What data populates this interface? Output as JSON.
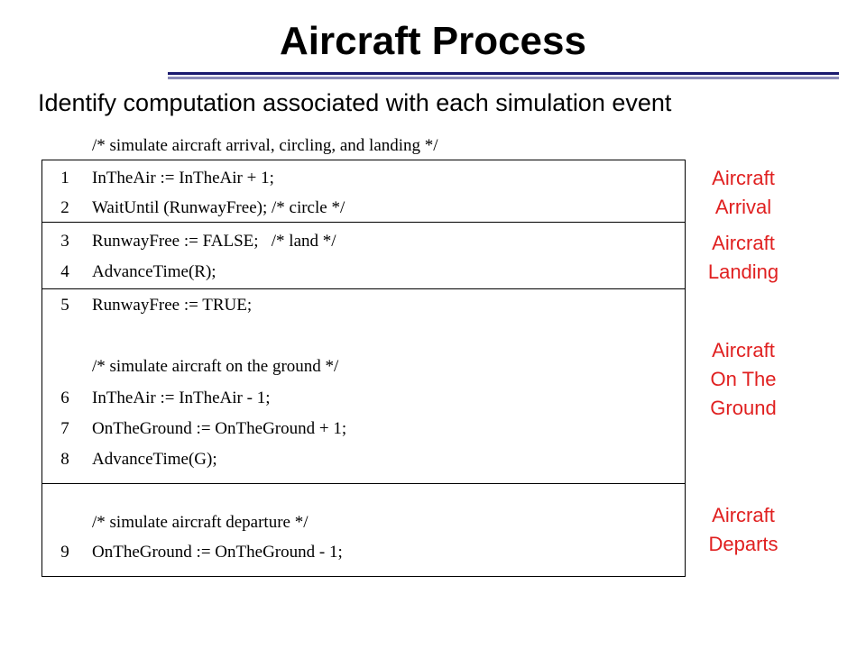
{
  "title": "Aircraft Process",
  "subtitle": "Identify computation associated with each simulation event",
  "code": {
    "comment_arrival": "/* simulate aircraft arrival, circling, and landing */",
    "comment_ground": "/* simulate aircraft on the ground */",
    "comment_departure": "/* simulate aircraft departure */",
    "lines": [
      {
        "num": "1",
        "text": "InTheAir := InTheAir + 1;"
      },
      {
        "num": "2",
        "text": "WaitUntil (RunwayFree); /* circle */"
      },
      {
        "num": "3",
        "text": "RunwayFree := FALSE;   /* land */"
      },
      {
        "num": "4",
        "text": "AdvanceTime(R);"
      },
      {
        "num": "5",
        "text": "RunwayFree := TRUE;"
      },
      {
        "num": "6",
        "text": "InTheAir := InTheAir - 1;"
      },
      {
        "num": "7",
        "text": "OnTheGround := OnTheGround + 1;"
      },
      {
        "num": "8",
        "text": "AdvanceTime(G);"
      },
      {
        "num": "9",
        "text": "OnTheGround := OnTheGround - 1;"
      }
    ]
  },
  "events": {
    "arrival": [
      "Aircraft",
      "Arrival"
    ],
    "landing": [
      "Aircraft",
      "Landing"
    ],
    "ground": [
      "Aircraft",
      "On The",
      "Ground"
    ],
    "departs": [
      "Aircraft",
      "Departs"
    ]
  },
  "colors": {
    "event_label": "#e02020",
    "rule_dark": "#1a1a6e",
    "rule_light": "#8a8ab8"
  }
}
